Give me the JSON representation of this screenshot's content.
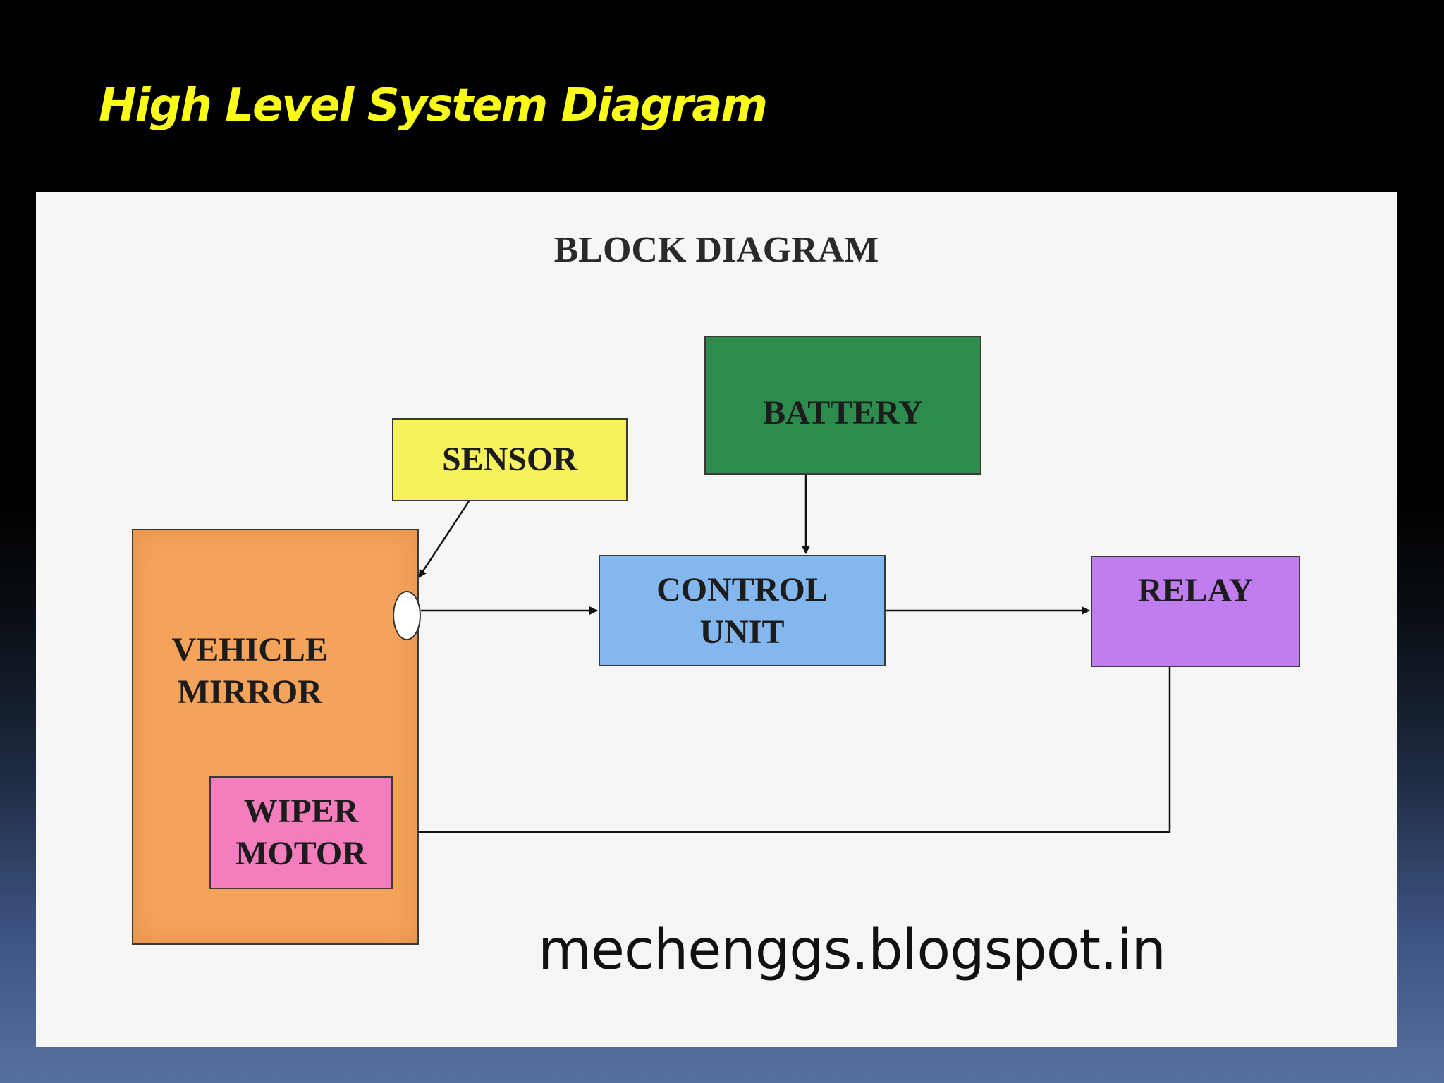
{
  "slide": {
    "title": "High Level System Diagram"
  },
  "diagram": {
    "title": "BLOCK DIAGRAM",
    "blocks": {
      "sensor": {
        "label": "SENSOR",
        "color": "#f5f25c"
      },
      "battery": {
        "label": "BATTERY",
        "color": "#2e8b4e"
      },
      "vehicle_mirror": {
        "label": "VEHICLE\nMIRROR",
        "color": "#f5a35b"
      },
      "control_unit": {
        "label": "CONTROL\nUNIT",
        "color": "#84b7ee"
      },
      "relay": {
        "label": "RELAY",
        "color": "#c07df0"
      },
      "wiper_motor": {
        "label": "WIPER\nMOTOR",
        "color": "#f37dbd"
      }
    },
    "connections": [
      {
        "from": "sensor",
        "to": "vehicle_mirror"
      },
      {
        "from": "battery",
        "to": "control_unit"
      },
      {
        "from": "vehicle_mirror",
        "to": "control_unit"
      },
      {
        "from": "control_unit",
        "to": "relay"
      },
      {
        "from": "relay",
        "to": "wiper_motor"
      }
    ],
    "watermark": "mechenggs.blogspot.in"
  }
}
